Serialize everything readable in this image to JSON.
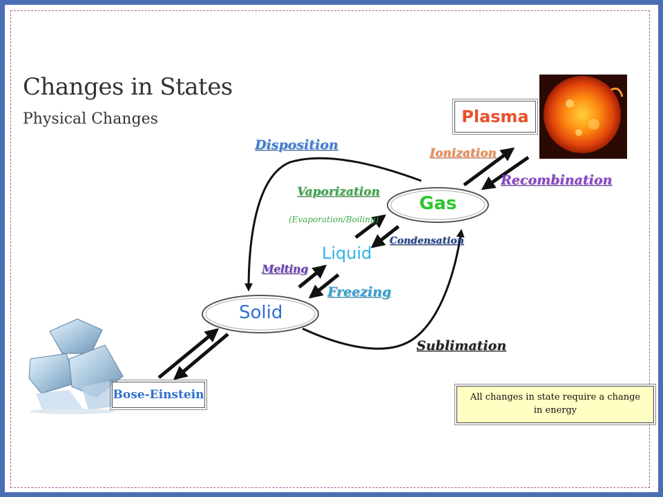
{
  "header": {
    "title": "Changes in States",
    "subtitle": "Physical Changes"
  },
  "states": {
    "plasma": "Plasma",
    "gas": "Gas",
    "liquid": "Liquid",
    "solid": "Solid",
    "bose_einstein": "Bose-Einstein"
  },
  "processes": {
    "disposition": "Disposition",
    "ionization": "Ionization",
    "recombination": "Recombination",
    "vaporization": "Vaporization",
    "vaporization_note": "(Evaporation/Boiling)",
    "condensation": "Condensation",
    "melting": "Melting",
    "freezing": "Freezing",
    "sublimation": "Sublimation"
  },
  "note": "All changes in state require a change in energy",
  "colors": {
    "plasma": "#e8502a",
    "gas": "#2ec52e",
    "liquid": "#2fb2e6",
    "solid": "#2f6fcf",
    "bose_einstein": "#2f6fcf",
    "disposition": "#3f7fd8",
    "ionization": "#f08a50",
    "recombination": "#8a44c8",
    "vaporization": "#3aa84a",
    "condensation": "#1f3f8a",
    "melting": "#6a3fb8",
    "freezing": "#2ea0d8",
    "sublimation": "#222222"
  },
  "images": {
    "sun": "sun-photo",
    "ice": "ice-cubes-photo"
  }
}
